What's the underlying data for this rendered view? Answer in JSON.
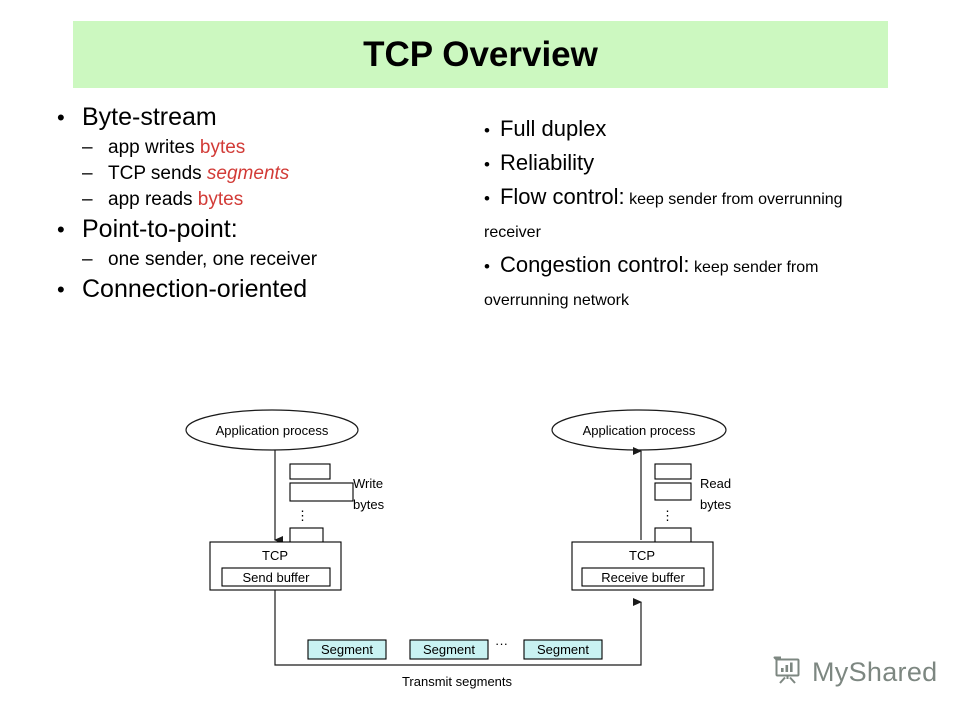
{
  "slide": {
    "title": "TCP Overview",
    "banner_color": "#ccf8c0",
    "highlight_color": "#d23b37"
  },
  "left_column": {
    "bullet_glyph": "•",
    "dash_glyph": "–",
    "items": [
      {
        "level": 1,
        "text": "Byte-stream"
      },
      {
        "level": 2,
        "text_before": "app writes ",
        "highlight": "bytes",
        "highlight_style": "normal"
      },
      {
        "level": 2,
        "text_before": "TCP sends ",
        "highlight": "segments",
        "highlight_style": "italic"
      },
      {
        "level": 2,
        "text_before": "app reads ",
        "highlight": "bytes",
        "highlight_style": "normal"
      },
      {
        "level": 1,
        "text": "Point-to-point:"
      },
      {
        "level": 2,
        "text_before": "one sender, one receiver",
        "highlight": "",
        "highlight_style": "normal"
      },
      {
        "level": 1,
        "text": "Connection-oriented"
      }
    ]
  },
  "right_column": {
    "bullet_glyph": "•",
    "items": [
      {
        "head": "Full duplex",
        "tail": ""
      },
      {
        "head": "Reliability",
        "tail": ""
      },
      {
        "head": "Flow control:",
        "tail": " keep sender from overrunning receiver"
      },
      {
        "head": "Congestion control:",
        "tail": " keep sender from overrunning network"
      }
    ]
  },
  "diagram": {
    "left": {
      "process_label": "Application process",
      "stack_label_line1": "Write",
      "stack_label_line2": "bytes",
      "ellipsis": "⋮",
      "tcp_label": "TCP",
      "buffer_label": "Send buffer"
    },
    "right": {
      "process_label": "Application process",
      "stack_label_line1": "Read",
      "stack_label_line2": "bytes",
      "ellipsis": "⋮",
      "tcp_label": "TCP",
      "buffer_label": "Receive buffer"
    },
    "segments": {
      "labels": [
        "Segment",
        "Segment",
        "Segment"
      ],
      "gap_glyph": "···",
      "caption": "Transmit segments",
      "fill_color": "#c9f2f2"
    }
  },
  "watermark": {
    "text": "MyShared",
    "icon": "presentation-chart-icon"
  }
}
